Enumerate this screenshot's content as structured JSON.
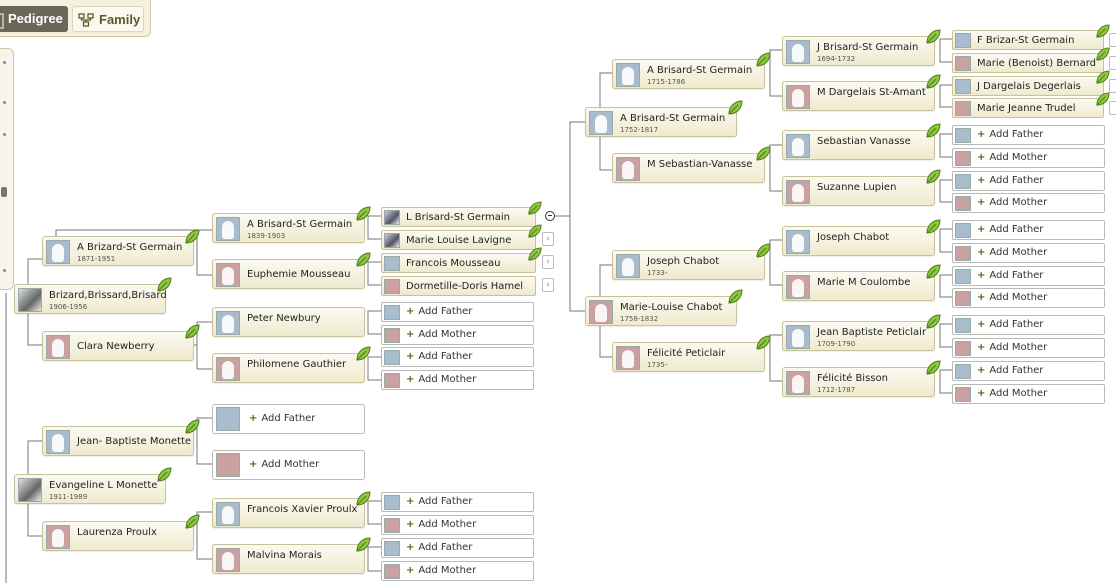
{
  "tabs": {
    "pedigree_label": "Pedigree",
    "family_label": "Family"
  },
  "add_labels": {
    "father": "Add Father",
    "mother": "Add Mother"
  },
  "people": {
    "root1": {
      "name": "Brizard,Brissard,Brisard",
      "dates": "1906-1956"
    },
    "root2": {
      "name": "Evangeline L Monette",
      "dates": "1911-1989"
    },
    "r1_f": {
      "name": "A Brizard-St Germain",
      "dates": "1871-1951"
    },
    "r1_m": {
      "name": "Clara Newberry",
      "dates": ""
    },
    "r1_ff": {
      "name": "A Brisard-St Germain",
      "dates": "1839-1903"
    },
    "r1_fm": {
      "name": "Euphemie Mousseau",
      "dates": ""
    },
    "r1_mf": {
      "name": "Peter Newbury",
      "dates": ""
    },
    "r1_mm": {
      "name": "Philomene Gauthier",
      "dates": ""
    },
    "r1_fff": {
      "name": "L Brisard-St Germain"
    },
    "r1_ffm": {
      "name": "Marie Louise Lavigne"
    },
    "r1_fmf": {
      "name": "Francois Mousseau"
    },
    "r1_fmm": {
      "name": "Dormetille-Doris Hamel"
    },
    "r2_f": {
      "name": "Jean- Baptiste Monette",
      "dates": ""
    },
    "r2_m": {
      "name": "Laurenza Proulx",
      "dates": ""
    },
    "r2_mf": {
      "name": "Francois Xavier Proulx",
      "dates": ""
    },
    "r2_mm": {
      "name": "Malvina Morais",
      "dates": ""
    },
    "p_f": {
      "name": "A Brisard-St Germain",
      "dates": "1752-1817"
    },
    "p_m": {
      "name": "Marie-Louise Chabot",
      "dates": "1758-1832"
    },
    "p_ff": {
      "name": "A Brisard-St Germain",
      "dates": "1715-1786"
    },
    "p_fm": {
      "name": "M Sebastian-Vanasse",
      "dates": ""
    },
    "p_mf": {
      "name": "Joseph Chabot",
      "dates": "1733-"
    },
    "p_mm": {
      "name": "Félicité Peticlair",
      "dates": "1735-"
    },
    "p_fff": {
      "name": "J Brisard-St Germain",
      "dates": "1694-1732"
    },
    "p_ffm": {
      "name": "M Dargelais St-Amant",
      "dates": ""
    },
    "p_fmf": {
      "name": "Sebastian Vanasse",
      "dates": ""
    },
    "p_fmm": {
      "name": "Suzanne Lupien",
      "dates": ""
    },
    "p_mff": {
      "name": "Joseph Chabot",
      "dates": ""
    },
    "p_mfm": {
      "name": "Marie M Coulombe",
      "dates": ""
    },
    "p_mmf": {
      "name": "Jean Baptiste Peticlair",
      "dates": "1709-1790"
    },
    "p_mmm": {
      "name": "Félicité Bisson",
      "dates": "1712-1787"
    },
    "p_ffff": {
      "name": "F Brizar-St Germain"
    },
    "p_fffm": {
      "name": "Marie (Benoist) Bernard"
    },
    "p_ffmf": {
      "name": "J Dargelais Degerlais"
    },
    "p_ffmm": {
      "name": "Marie Jeanne Trudel"
    }
  }
}
